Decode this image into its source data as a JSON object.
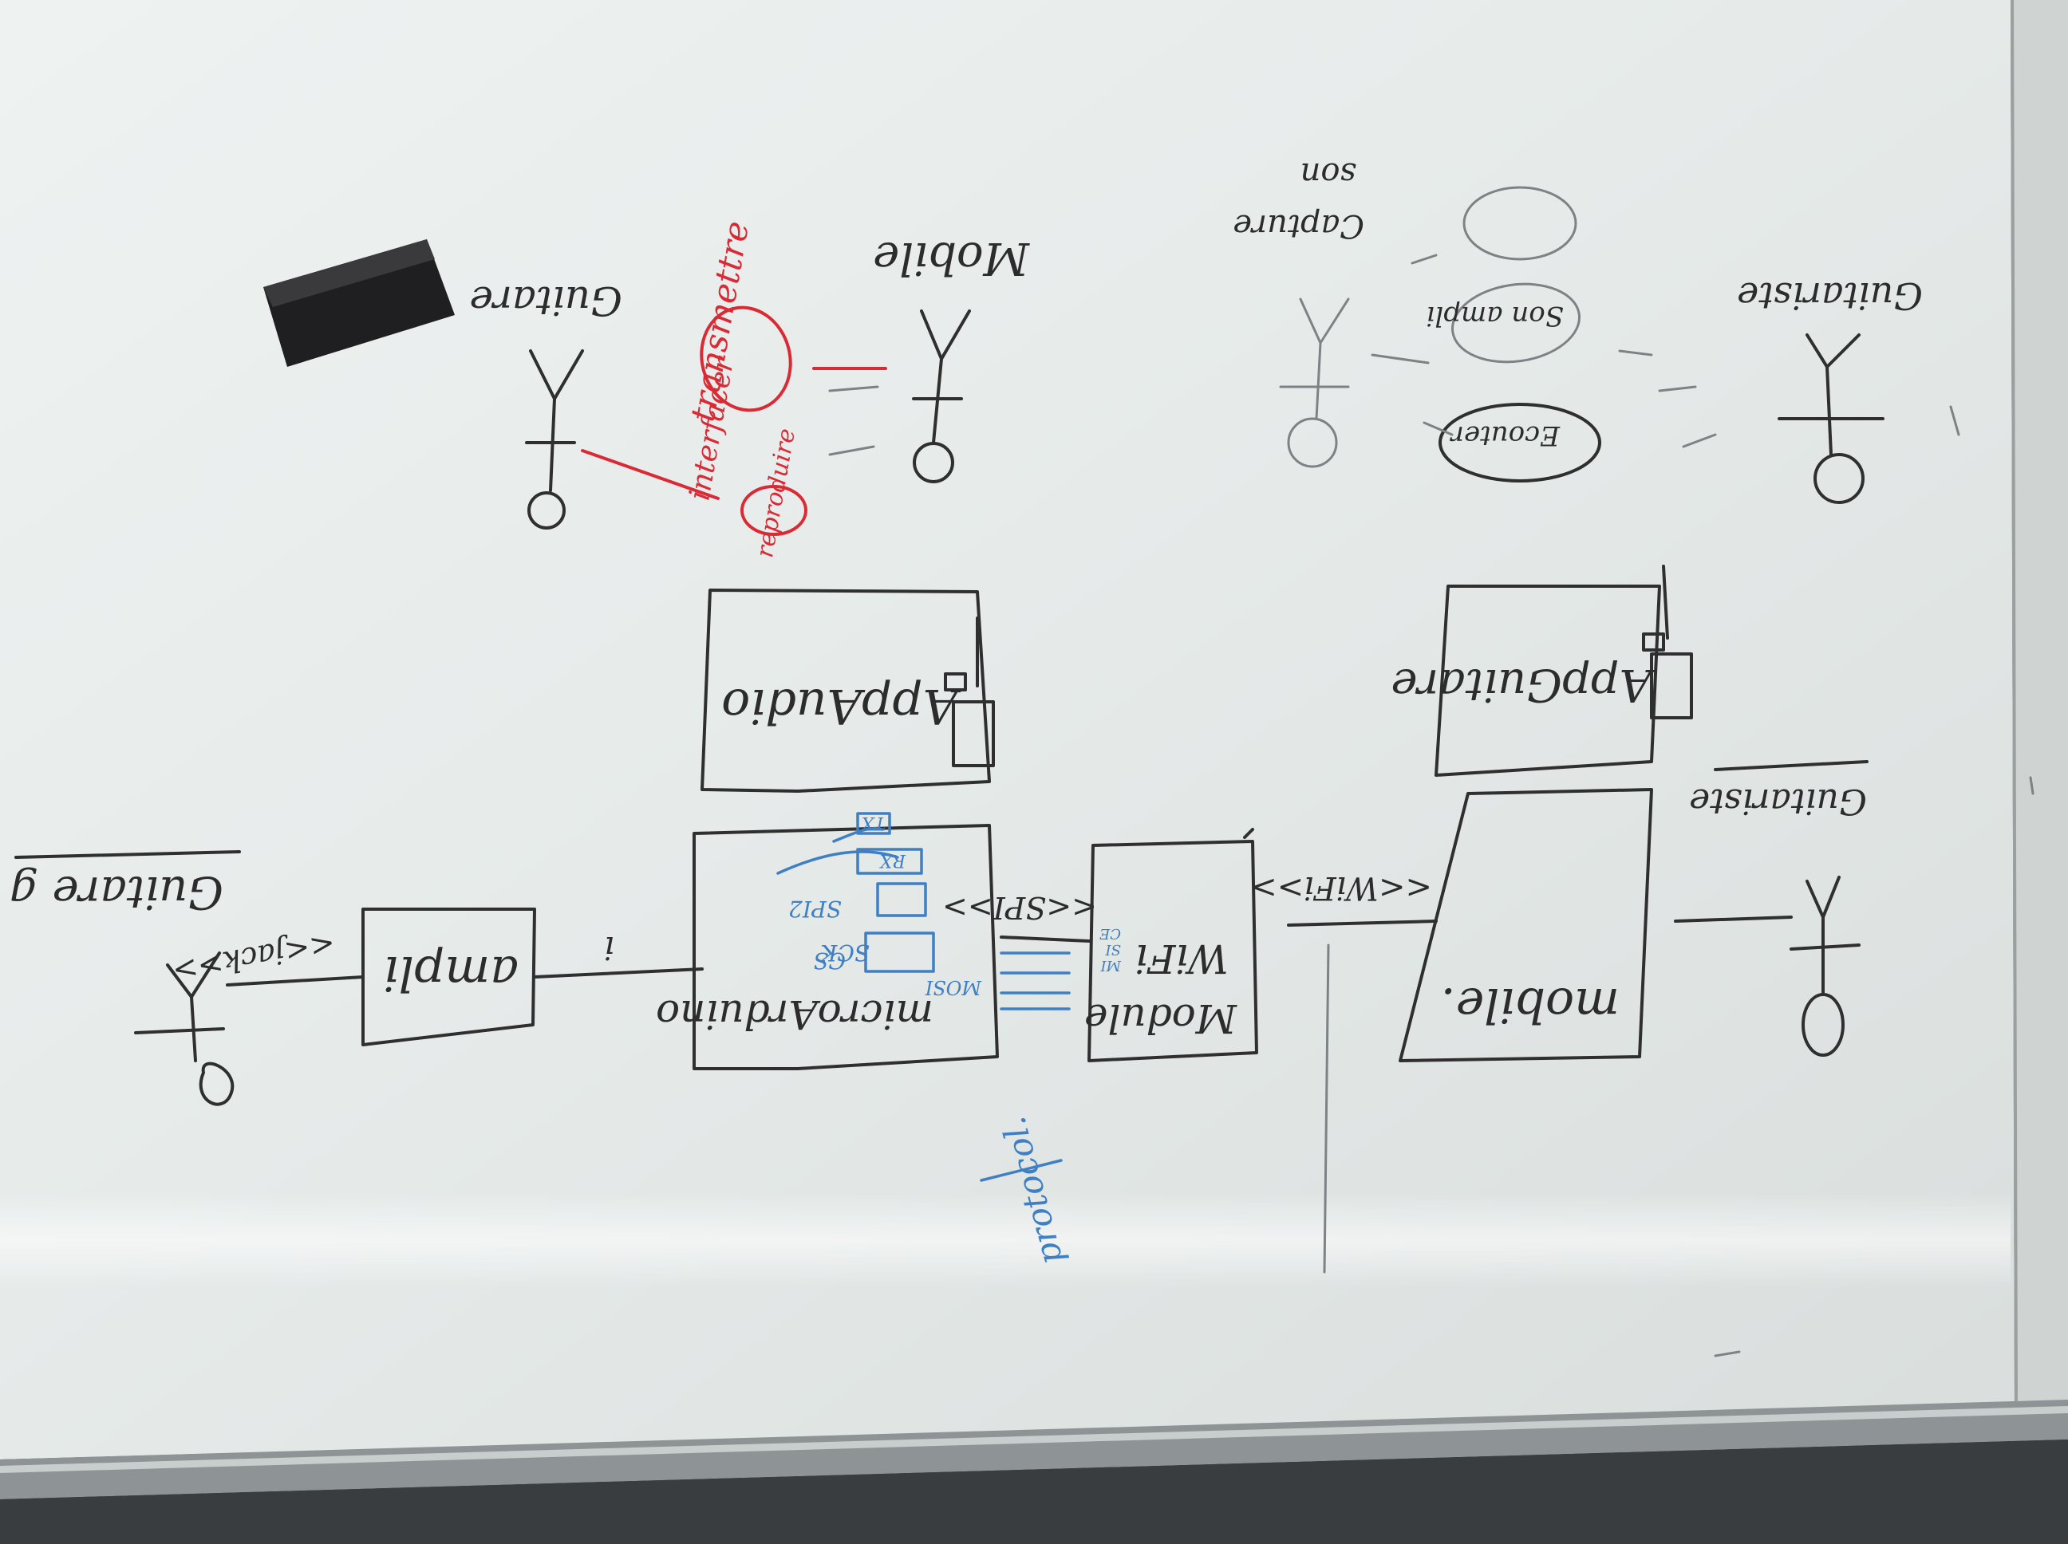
{
  "whiteboard": {
    "sticky_note": "Guitare g",
    "actors": {
      "guitare": "Guitare",
      "mobile": "Mobile",
      "capture_son": "Capture",
      "capture_son_2": "son",
      "guitariste_top": "Guitariste",
      "guitariste_bottom": "Guitariste"
    },
    "use_cases": {
      "transmettre": "transmettre",
      "interfacer": "interfacer",
      "reproduire": "reproduire",
      "son_ampli": "Son ampli",
      "ecouter": "Ecouter"
    },
    "components": {
      "app_audio": "AppAudio",
      "app_guitare": "AppGuitare",
      "ampli": "ampli",
      "micro_arduino_1": "microArduino",
      "wifi_module_1": "Module",
      "wifi_module_2": "WiFi",
      "mobile": "mobile."
    },
    "pins": {
      "cs": "CS",
      "mosi": "MOSI",
      "sck": "SCK",
      "spi2": "SPI2",
      "tx": "TX",
      "rx": "RX",
      "mi_1": "MI",
      "mi_2": "SI",
      "mi_3": "CE"
    },
    "stereotypes": {
      "jack": "<<jack>>",
      "spi": "<<SPI>>",
      "wifi": "<<WiFi>>",
      "ampli_link": "i"
    },
    "footnote": "protocol."
  }
}
